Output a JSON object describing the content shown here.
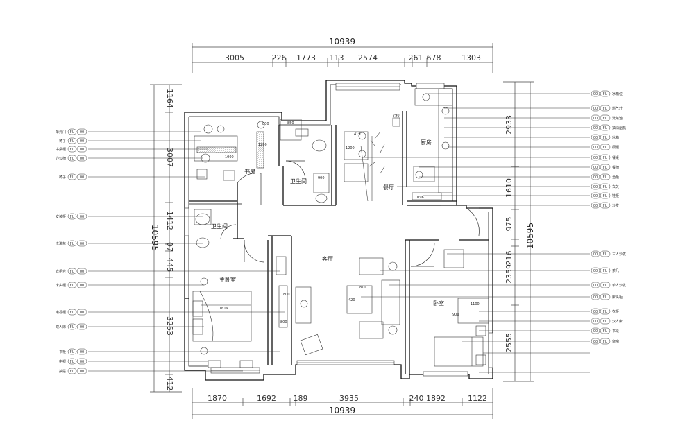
{
  "top_dims": {
    "total": "10939",
    "segments": [
      "3005",
      "226",
      "1773",
      "113",
      "2574",
      "261",
      "678",
      "1303"
    ]
  },
  "bottom_dims": {
    "total": "10939",
    "segments": [
      "1870",
      "1692",
      "189",
      "3935",
      "240",
      "1892",
      "1122"
    ]
  },
  "left_dims": {
    "total": "10595",
    "segments": [
      "1164",
      "3007",
      "1412",
      "07",
      "445",
      "3253",
      "412"
    ]
  },
  "right_dims": {
    "total": "10595",
    "segments": [
      "2933",
      "1610",
      "975",
      "216",
      "2359",
      "2555"
    ]
  },
  "rooms": {
    "study": "书房",
    "bath1": "卫生间",
    "bath2": "卫生间",
    "kitchen": "厨房",
    "dining": "餐厅",
    "living": "客厅",
    "master": "主卧室",
    "second": "卧室"
  },
  "fixture_dims": [
    "800",
    "1200",
    "1000",
    "850",
    "419",
    "1200",
    "790",
    "1096",
    "900",
    "810",
    "420",
    "800",
    "1100",
    "1619",
    "800",
    "900"
  ],
  "left_tags": {
    "code": "FU",
    "value": "00",
    "items": [
      "单元门",
      "椅子",
      "书桌柜",
      "办公椅",
      "椅子",
      "安装柜",
      "洗漱盆",
      "衣柜台",
      "床头柜",
      "电视柜",
      "双人床",
      "书柜",
      "电视",
      "抽屉"
    ]
  },
  "right_tags": {
    "code": "FU",
    "value": "00",
    "items": [
      "冰箱位",
      "燃气灶",
      "洗菜池",
      "抽油烟机",
      "冰箱",
      "橱柜",
      "餐桌",
      "餐椅",
      "酒柜",
      "玄关",
      "鞋柜",
      "沙发",
      "三人沙发",
      "茶几",
      "单人沙发",
      "床头柜",
      "衣柜",
      "双人床",
      "书桌",
      "窗帘"
    ]
  }
}
